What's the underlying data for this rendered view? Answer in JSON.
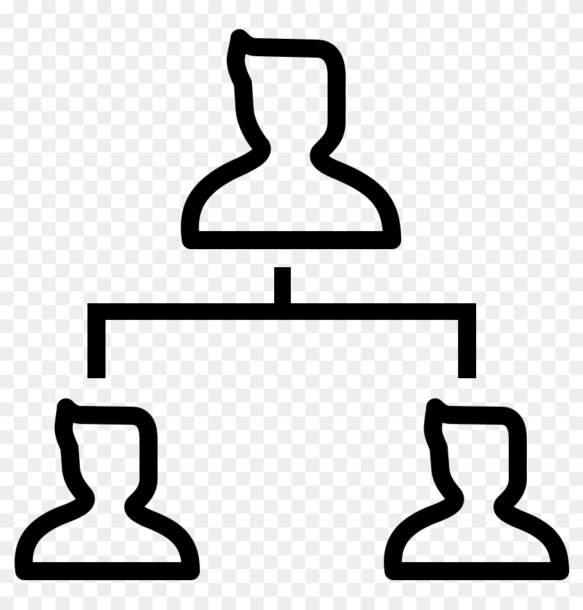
{
  "icon": {
    "name": "organization-hierarchy-icon",
    "stroke_color": "#000000",
    "background_colors": [
      "#ffffff",
      "#eeeeee"
    ],
    "nodes": [
      {
        "name": "manager-person-icon",
        "level": 0
      },
      {
        "name": "left-subordinate-person-icon",
        "level": 1
      },
      {
        "name": "right-subordinate-person-icon",
        "level": 1
      }
    ],
    "connector": {
      "name": "hierarchy-connector-icon"
    }
  }
}
